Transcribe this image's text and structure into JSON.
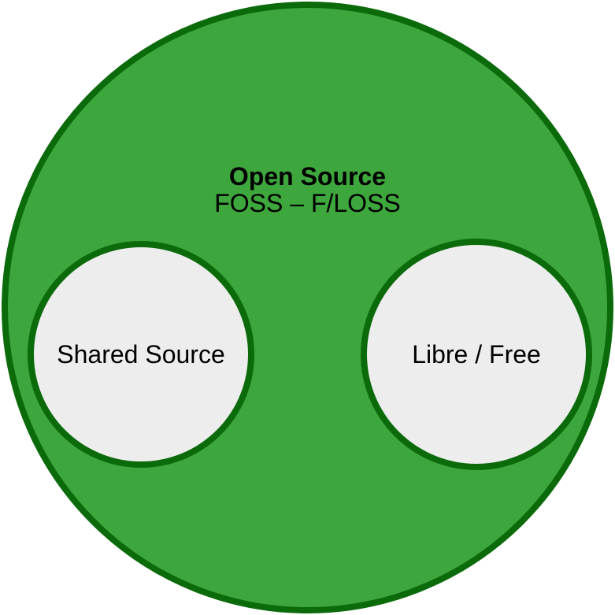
{
  "diagram": {
    "type": "euler-diagram",
    "background_color": "#ffffff",
    "text_color": "#000000",
    "outer_circle": {
      "title": "Open Source",
      "subtitle": "FOSS – F/LOSS",
      "fill_color": "#3DA63C",
      "border_color": "#0B6B0B"
    },
    "inner_circles": [
      {
        "label": "Shared Source",
        "fill_color": "#EDEDED",
        "border_color": "#0B6B0B"
      },
      {
        "label": "Libre / Free",
        "fill_color": "#EDEDED",
        "border_color": "#0B6B0B"
      }
    ]
  }
}
